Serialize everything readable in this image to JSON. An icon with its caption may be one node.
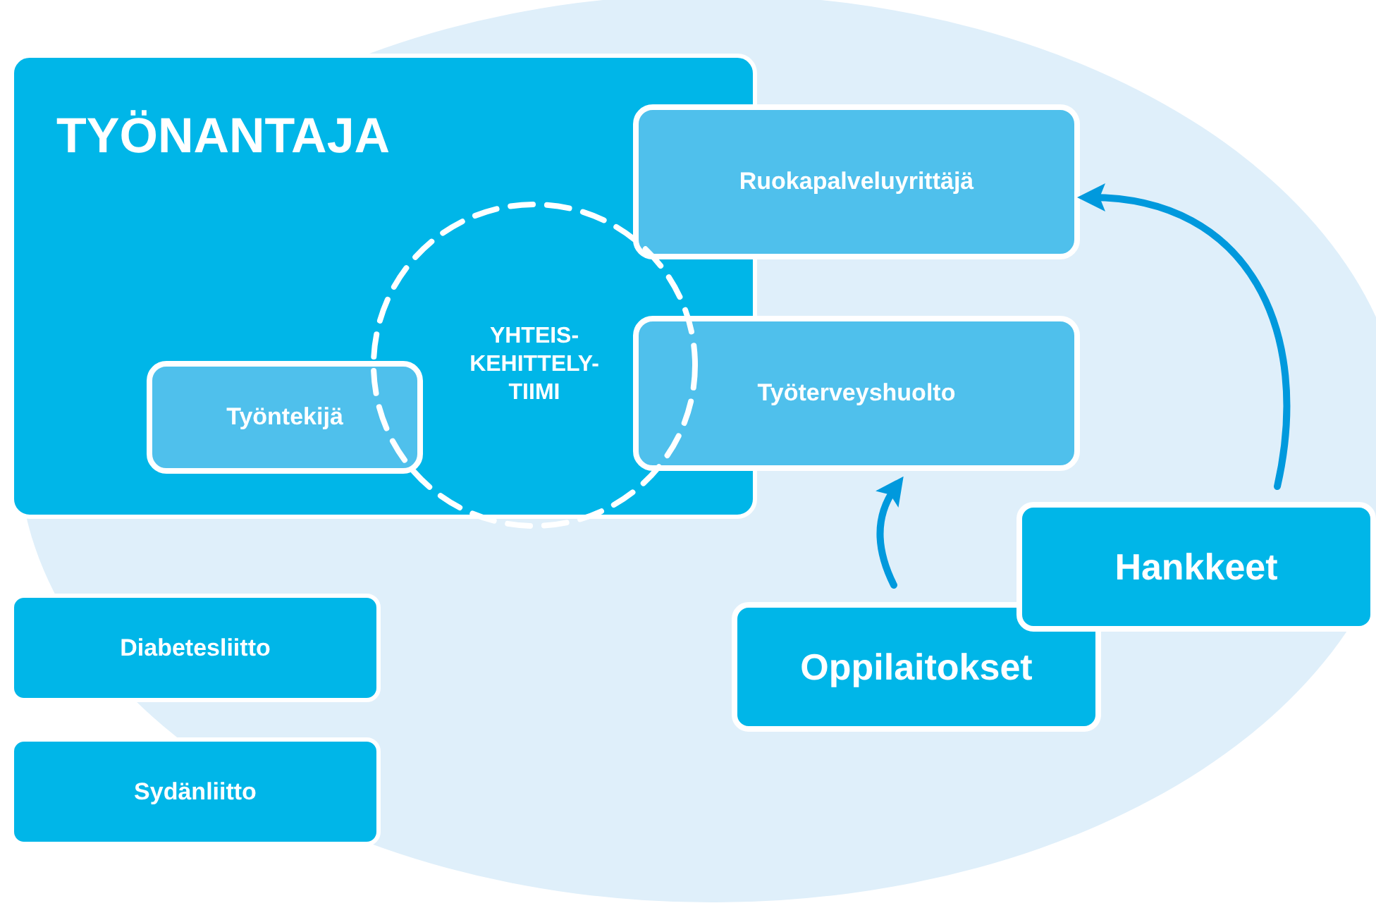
{
  "diagram": {
    "nodes": [
      {
        "text": [
          "TYÖNANTAJA"
        ]
      },
      {
        "text": [
          "Työntekijä"
        ],
        "in": 0
      },
      {
        "text": [
          "YHTEIS- KEHITTELY- TIIMI"
        ],
        "in": 0
      },
      {
        "text": [
          "Ruokapalveluyrittäjä"
        ]
      },
      {
        "text": [
          "Työterveyshuolto"
        ]
      },
      {
        "text": [
          "Diabetesliitto"
        ]
      },
      {
        "text": [
          "Sydänliitto"
        ]
      },
      {
        "text": [
          "Oppilaitokset"
        ]
      },
      {
        "text": [
          "Hankkeet"
        ]
      }
    ],
    "edges": [
      {
        "from": 7,
        "to": 4,
        "arrow": "to"
      },
      {
        "from": 8,
        "to": 3,
        "arrow": "to"
      }
    ]
  }
}
